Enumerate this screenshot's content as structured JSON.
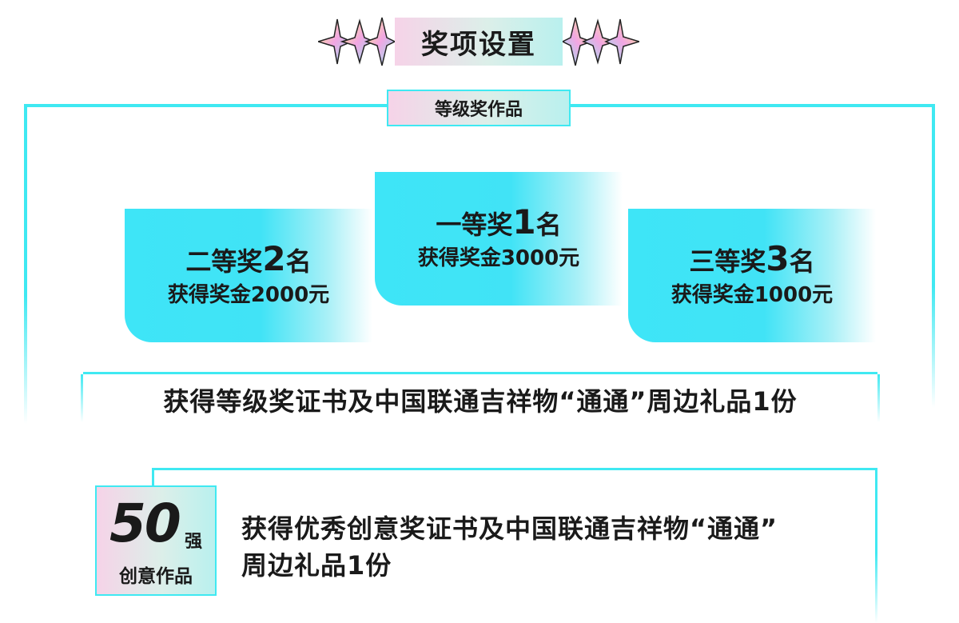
{
  "header": {
    "title": "奖项设置"
  },
  "section": {
    "label": "等级奖作品"
  },
  "prizes": {
    "first": {
      "rank": "一等奖",
      "count": "1",
      "unit": "名",
      "award": "获得奖金3000元"
    },
    "second": {
      "rank": "二等奖",
      "count": "2",
      "unit": "名",
      "award": "获得奖金2000元"
    },
    "third": {
      "rank": "三等奖",
      "count": "3",
      "unit": "名",
      "award": "获得奖金1000元"
    }
  },
  "benefit": {
    "text": "获得等级奖证书及中国联通吉祥物“通通”周边礼品1份"
  },
  "creative": {
    "badge_number": "50",
    "badge_suffix": "强",
    "badge_caption": "创意作品",
    "text_line1": "获得优秀创意奖证书及中国联通吉祥物“通通”",
    "text_line2": "周边礼品1份"
  },
  "colors": {
    "accent_cyan": "#3fe9f2",
    "card_cyan": "#3ee5f7",
    "label_pink": "#f6d3e8",
    "label_mint": "#b9f0ee"
  },
  "icons": {
    "left": "sparkle-stars-icon",
    "right": "sparkle-stars-icon"
  }
}
